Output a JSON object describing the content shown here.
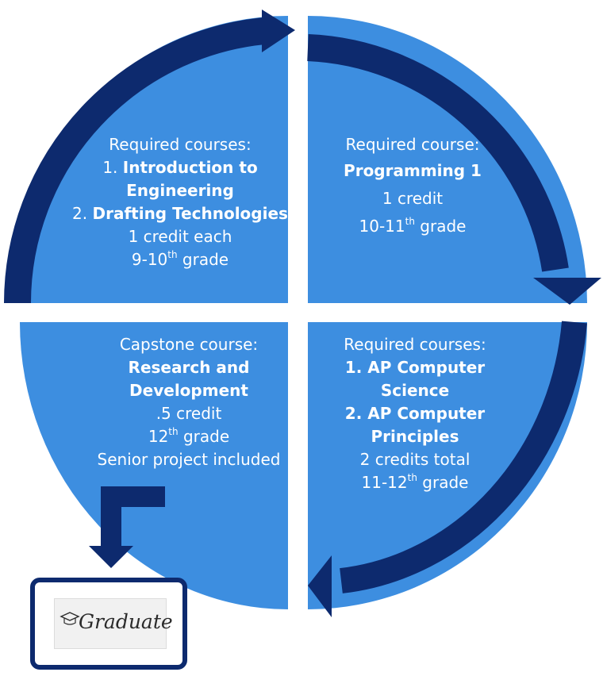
{
  "colors": {
    "quadrant": "#3d8ee0",
    "arrow": "#0d2a6e",
    "text": "#ffffff"
  },
  "top_left": {
    "heading": "Required courses:",
    "item1_num": "1. ",
    "item1_name": "Introduction to Engineering",
    "item2_num": "2. ",
    "item2_name": "Drafting Technologies",
    "credit": "1 credit each",
    "grade_pre": "9-10",
    "grade_sup": "th",
    "grade_post": " grade"
  },
  "top_right": {
    "heading": "Required course:",
    "course": "Programming 1",
    "credit": "1 credit",
    "grade_pre": "10-11",
    "grade_sup": "th",
    "grade_post": " grade"
  },
  "bottom_right": {
    "heading": "Required courses:",
    "item1": "1. AP Computer Science",
    "item2": "2. AP Computer Principles",
    "credit": "2 credits total",
    "grade_pre": "11-12",
    "grade_sup": "th",
    "grade_post": " grade"
  },
  "bottom_left": {
    "heading": "Capstone course:",
    "course": "Research and Development",
    "credit": ".5 credit",
    "grade_pre": "12",
    "grade_sup": "th",
    "grade_post": " grade",
    "note": "Senior project included"
  },
  "graduate": {
    "label": "Graduate",
    "icon": "graduation-cap-icon"
  }
}
